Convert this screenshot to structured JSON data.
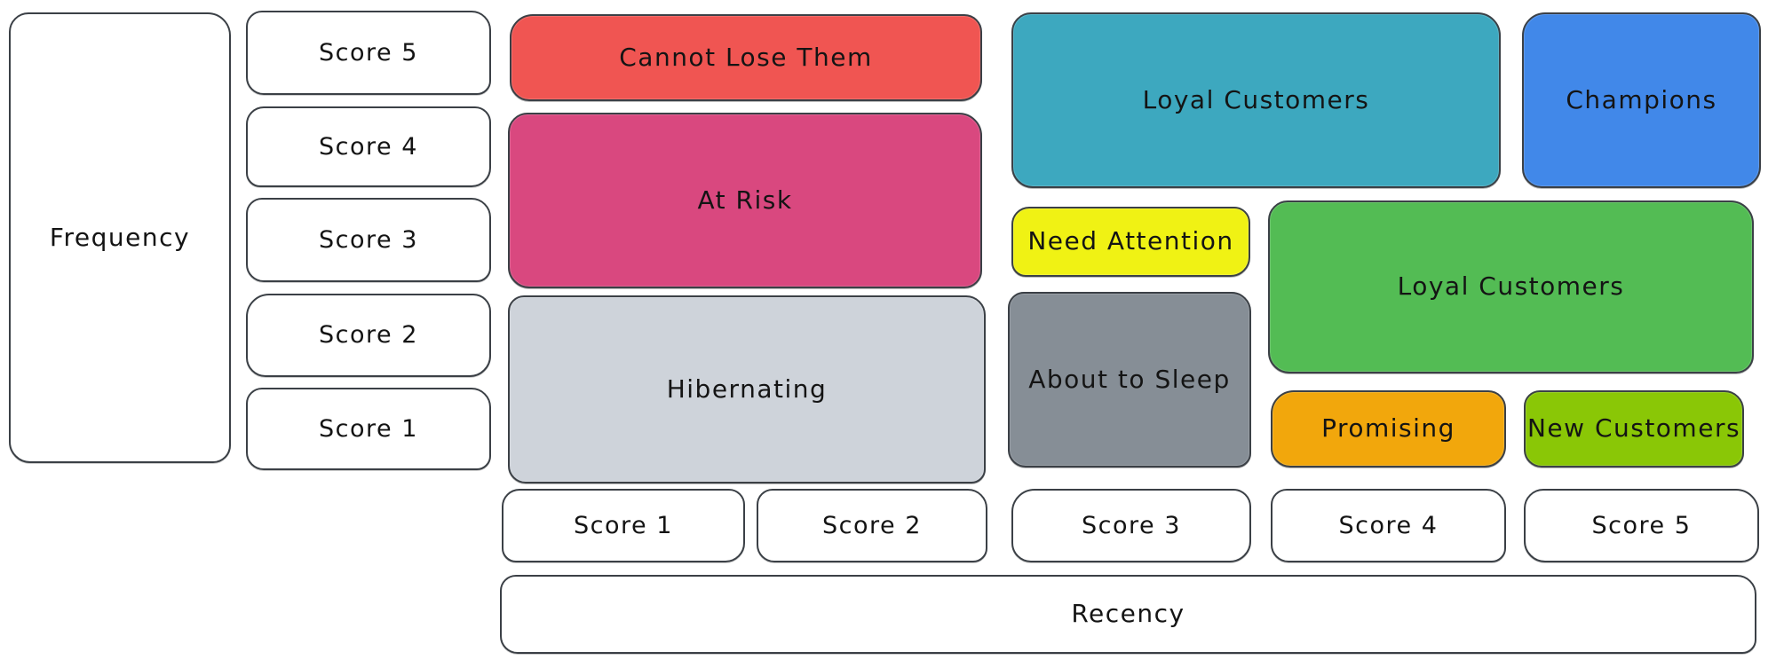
{
  "axes": {
    "frequency_label": "Frequency",
    "recency_label": "Recency"
  },
  "frequency_scale": [
    {
      "label": "Score 5"
    },
    {
      "label": "Score 4"
    },
    {
      "label": "Score 3"
    },
    {
      "label": "Score 2"
    },
    {
      "label": "Score 1"
    }
  ],
  "recency_scale": [
    {
      "label": "Score 1"
    },
    {
      "label": "Score 2"
    },
    {
      "label": "Score 3"
    },
    {
      "label": "Score 4"
    },
    {
      "label": "Score 5"
    }
  ],
  "segments": {
    "cannot_lose_them": {
      "label": "Cannot Lose Them",
      "color": "#f05552",
      "recency": "1-2",
      "frequency": "5"
    },
    "at_risk": {
      "label": "At Risk",
      "color": "#d9487f",
      "recency": "1-2",
      "frequency": "3-4"
    },
    "hibernating": {
      "label": "Hibernating",
      "color": "#ced3da",
      "recency": "1-2",
      "frequency": "1-2"
    },
    "loyal_customers_upper": {
      "label": "Loyal Customers",
      "color": "#3da8bf",
      "recency": "3-4",
      "frequency": "4-5"
    },
    "champions": {
      "label": "Champions",
      "color": "#4188e9",
      "recency": "5",
      "frequency": "4-5"
    },
    "need_attention": {
      "label": "Need Attention",
      "color": "#f0f214",
      "recency": "3",
      "frequency": "3"
    },
    "about_to_sleep": {
      "label": "About to Sleep",
      "color": "#868e96",
      "recency": "3",
      "frequency": "1-2"
    },
    "loyal_customers_lower": {
      "label": "Loyal Customers",
      "color": "#53bc54",
      "recency": "4-5",
      "frequency": "2-3"
    },
    "promising": {
      "label": "Promising",
      "color": "#f2a70c",
      "recency": "4",
      "frequency": "1"
    },
    "new_customers": {
      "label": "New Customers",
      "color": "#8ac706",
      "recency": "5",
      "frequency": "1"
    }
  }
}
